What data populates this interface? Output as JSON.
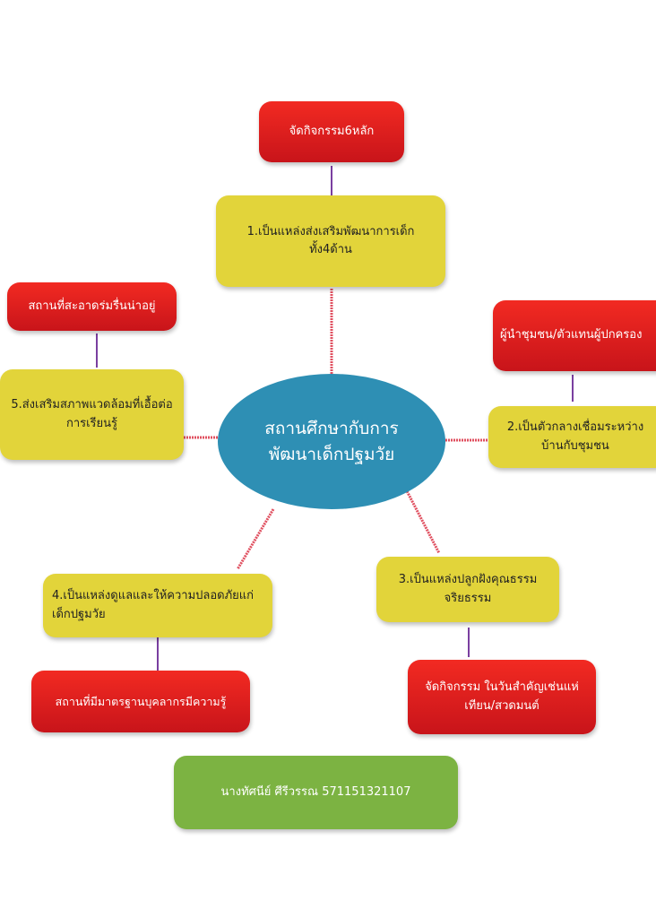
{
  "center": {
    "line1": "สถานศึกษากับการ",
    "line2": "พัฒนาเด็กปฐมวัย"
  },
  "branches": [
    {
      "main": "1.เป็นแหล่งส่งเสริมพัฒนาการเด็กทั้ง4ด้าน",
      "detail": "จัดกิจกรรม6หลัก"
    },
    {
      "main": "2.เป็นตัวกลางเชื่อมระหว่างบ้านกับชุมชน",
      "detail": "ผู้นำชุมชน/ตัวแทนผู้ปกครอง"
    },
    {
      "main": "3.เป็นแหล่งปลูกฝังคุณธรรมจริยธรรม",
      "detail": "จัดกิจกรรม ในวันสำคัญเช่นแห่เทียน/สวดมนต์"
    },
    {
      "main": "4.เป็นแหล่งดูแลและให้ความปลอดภัยแก่เด็กปฐมวัย",
      "detail": "สถานที่มีมาตรฐานบุคลากรมีความรู้"
    },
    {
      "main": "5.ส่งเสริมสภาพแวดล้อมที่เอื้อต่อการเรียนรู้",
      "detail": "สถานที่สะอาดร่มรื่นน่าอยู่"
    }
  ],
  "author": "นางทัศนีย์ ศีรีวรรณ 571151321107",
  "colors": {
    "center": "#2e8fb4",
    "main": "#e2d43a",
    "detail": "#e01e1e",
    "author": "#7cb342",
    "connector_main": "#e05060",
    "connector_detail": "#7a3fa0"
  }
}
